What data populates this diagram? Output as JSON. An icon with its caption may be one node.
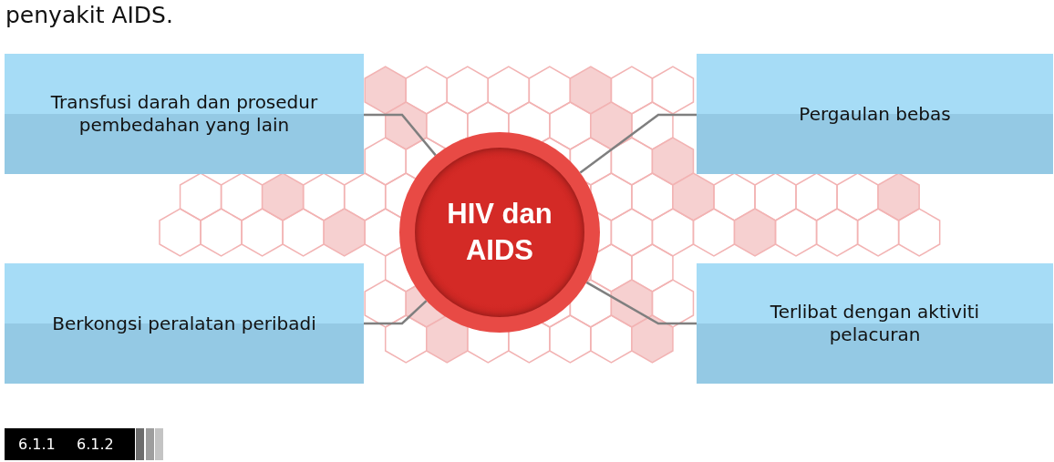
{
  "diagram": {
    "nodes": [
      {
        "text": [
          "Transfusi darah dan prosedur pembedahan yang lain"
        ]
      },
      {
        "text": [
          "Pergaulan bebas"
        ]
      },
      {
        "text": [
          "HIV dan AIDS"
        ]
      },
      {
        "text": [
          "Berkongsi peralatan peribadi"
        ]
      },
      {
        "text": [
          "Terlibat dengan aktiviti pelacuran"
        ]
      }
    ],
    "edges": [
      {
        "from": 2,
        "to": 0,
        "arrow": "none"
      },
      {
        "from": 2,
        "to": 1,
        "arrow": "none"
      },
      {
        "from": 2,
        "to": 3,
        "arrow": "none"
      },
      {
        "from": 2,
        "to": 4,
        "arrow": "none"
      }
    ],
    "labels": [
      "penyakit AIDS.",
      "6.1.1",
      "6.1.2"
    ]
  }
}
